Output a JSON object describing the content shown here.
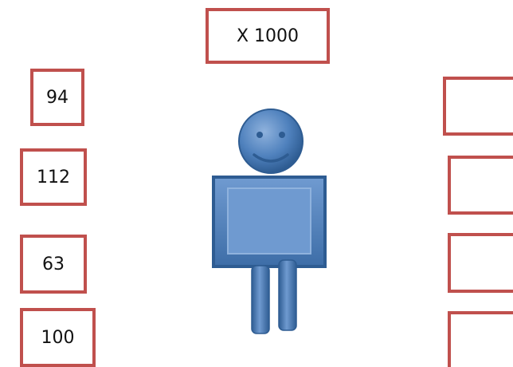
{
  "multiplier": {
    "label": "X 1000"
  },
  "inputs": [
    {
      "label": "94"
    },
    {
      "label": "112"
    },
    {
      "label": "63"
    },
    {
      "label": "100"
    }
  ],
  "outputs": [
    {
      "label": ""
    },
    {
      "label": ""
    },
    {
      "label": ""
    },
    {
      "label": ""
    }
  ],
  "robot": {
    "icon": "smiley-robot-icon"
  },
  "colors": {
    "box_border": "#c0504d",
    "robot_fill": "#4f81bd",
    "robot_dark": "#2e5c92",
    "robot_light": "#8fb2dd"
  }
}
